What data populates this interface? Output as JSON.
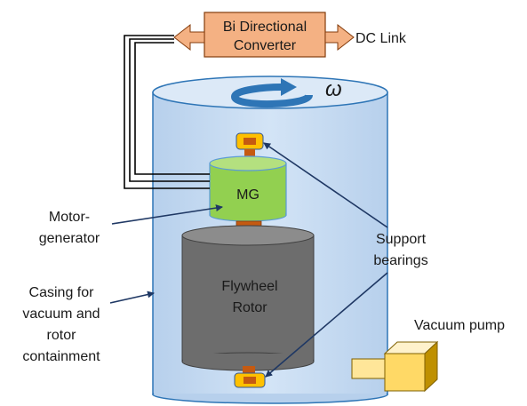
{
  "converter": {
    "line1": "Bi Directional",
    "line2": "Converter"
  },
  "dc_link": "DC Link",
  "omega": "ω",
  "mg_label": "MG",
  "motor_generator": {
    "line1": "Motor-",
    "line2": "generator"
  },
  "flywheel": {
    "line1": "Flywheel",
    "line2": "Rotor"
  },
  "support_bearings": {
    "line1": "Support",
    "line2": "bearings"
  },
  "casing": {
    "line1": "Casing for",
    "line2": "vacuum and",
    "line3": "rotor",
    "line4": "containment"
  },
  "vacuum_pump": "Vacuum pump",
  "colors": {
    "converter_fill": "#f4b183",
    "casing_fill": "#c9ddf3",
    "mg_fill": "#92d050",
    "rotor_fill": "#6d6d6d",
    "shaft_fill": "#c55a11",
    "bearing_fill": "#ffc000",
    "pump_fill": "#ffe699",
    "arrow_blue": "#1f3864"
  }
}
